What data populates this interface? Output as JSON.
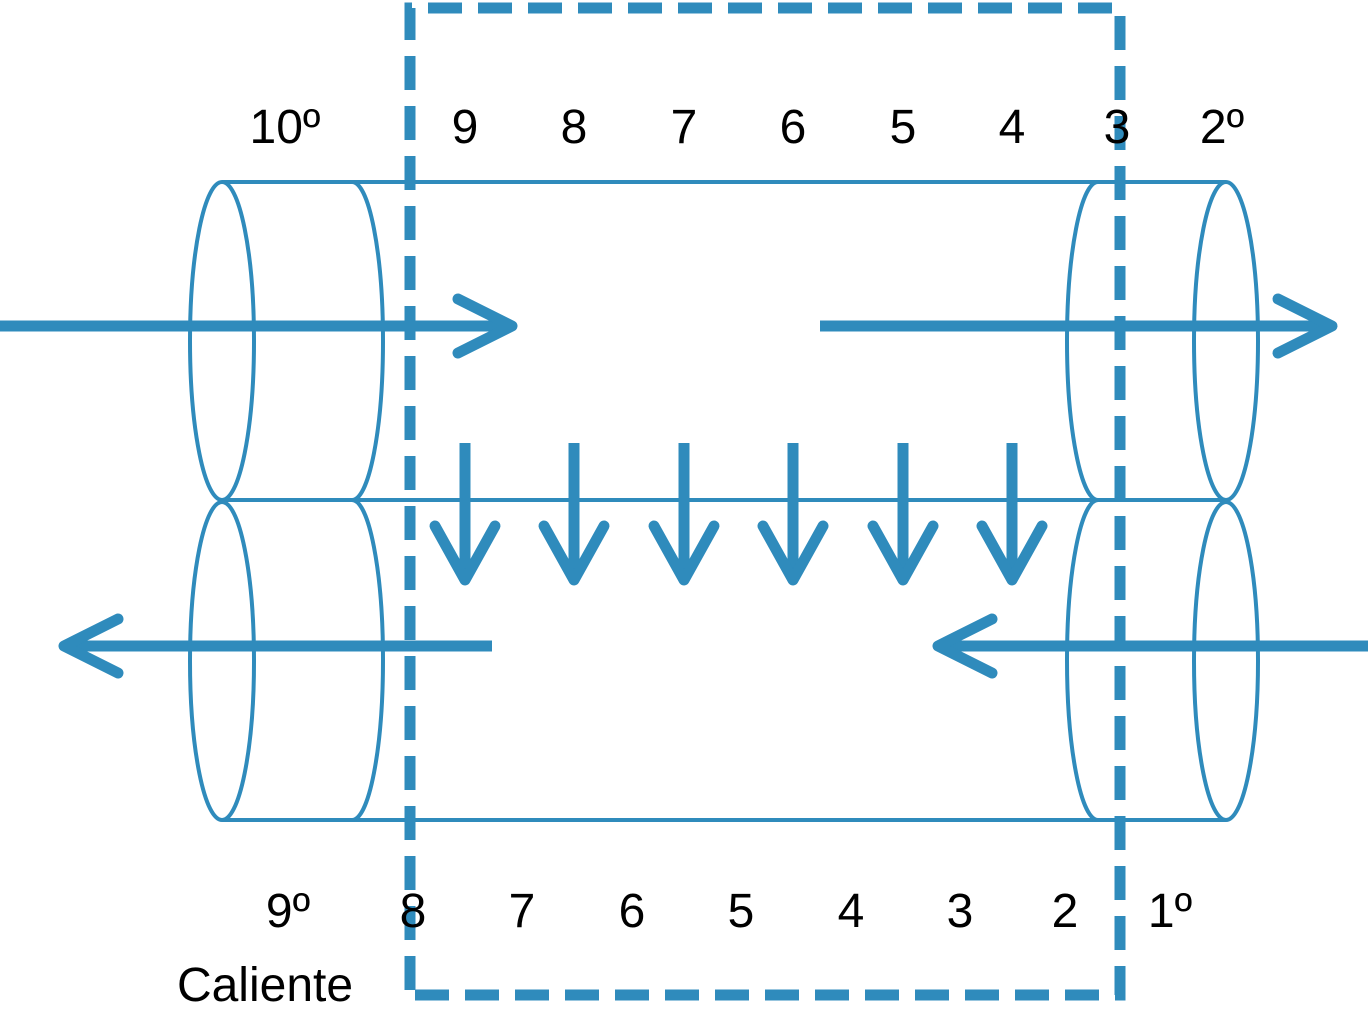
{
  "colors": {
    "accent": "#2f8bbc",
    "text": "#000000"
  },
  "top_labels": [
    "10º",
    "9",
    "8",
    "7",
    "6",
    "5",
    "4",
    "3",
    "2º"
  ],
  "bottom_labels": [
    "9º",
    "8",
    "7",
    "6",
    "5",
    "4",
    "3",
    "2",
    "1º"
  ],
  "caption": "Caliente"
}
